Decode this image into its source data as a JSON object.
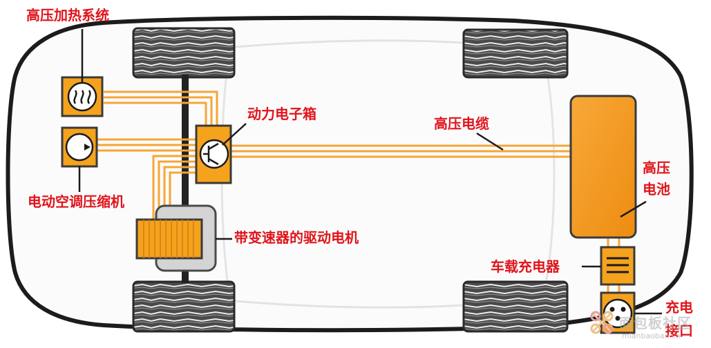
{
  "labels": {
    "hv_heating": "高压加热系统",
    "ac_compressor": "电动空调压缩机",
    "power_electronics": "动力电子箱",
    "hv_cable": "高压电缆",
    "hv_battery_line1": "高压",
    "hv_battery_line2": "电池",
    "drive_motor": "带变速器的驱动电机",
    "onboard_charger": "车载充电器",
    "charge_port_line1": "充电",
    "charge_port_line2": "接口"
  },
  "watermark": {
    "brand": "面包板社区",
    "url": "mianbaoban.cn"
  },
  "colors": {
    "label": "#e0141b",
    "component": "#f5a21d",
    "component_border": "#3a3a3a",
    "cable": "#f7a534",
    "car_outline": "#1c1c1c",
    "tire": "#3b3b3b"
  }
}
